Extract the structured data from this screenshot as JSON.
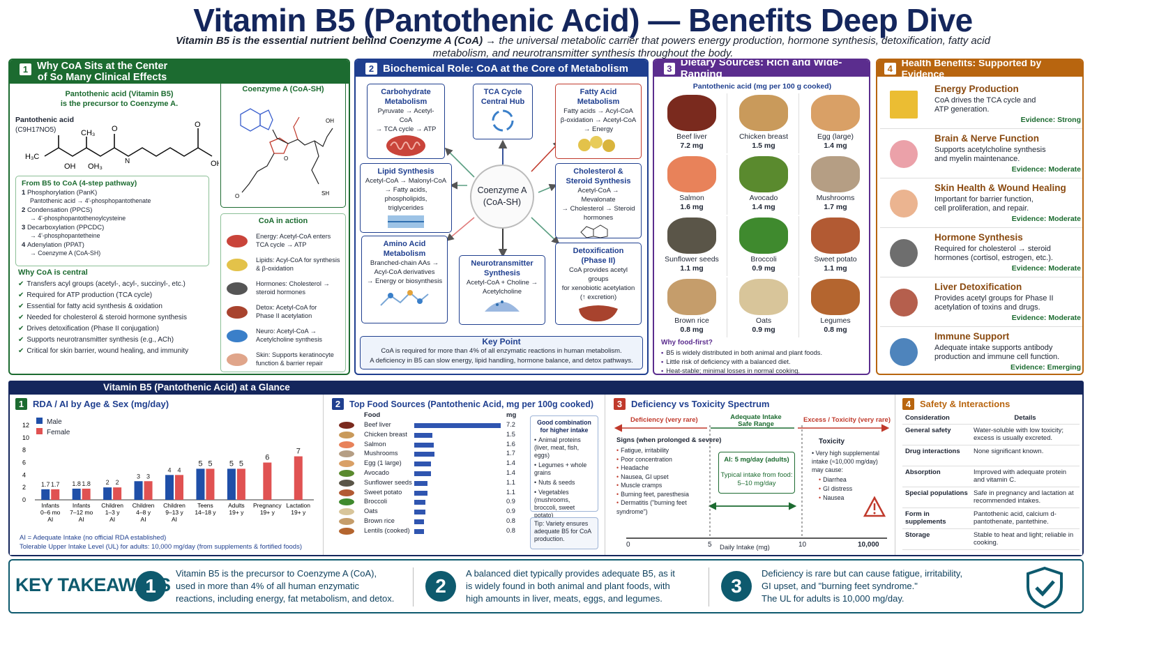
{
  "header": {
    "title": "Vitamin B5 (Pantothenic Acid) — Benefits Deep Dive",
    "subtitle_bold": "Vitamin B5 is the essential nutrient behind Coenzyme A (CoA)",
    "subtitle_rest": " → the universal metabolic carrier that powers energy production, hormone synthesis, detoxification, fatty acid metabolism, and neurotransmitter synthesis throughout the body."
  },
  "p1": {
    "num": "1",
    "title_l1": "Why CoA Sits at the Center",
    "title_l2": "of So Many Clinical Effects",
    "intro_l1": "Pantothenic acid (Vitamin B5)",
    "intro_l2": "is the precursor to Coenzyme A.",
    "mol_label": "Pantothenic acid",
    "mol_formula": "(C9H17NO5)",
    "coa_title": "Coenzyme A (CoA-SH)",
    "pathway_title": "From B5 to CoA (4-step pathway)",
    "steps": [
      {
        "n": "1",
        "t": "Phosphorylation (PanK)",
        "s": "Pantothenic acid → 4'-phosphopantothenate"
      },
      {
        "n": "2",
        "t": "Condensation (PPCS)",
        "s": "→ 4'-phosphopantothenoylcysteine"
      },
      {
        "n": "3",
        "t": "Decarboxylation (PPCDC)",
        "s": "→ 4'-phosphopantetheine"
      },
      {
        "n": "4",
        "t": "Adenylation (PPAT)",
        "s": "→ Coenzyme A (CoA-SH)"
      }
    ],
    "central_title": "Why CoA is central",
    "central": [
      "Transfers acyl groups (acetyl-, acyl-, succinyl-, etc.)",
      "Required for ATP production (TCA cycle)",
      "Essential for fatty acid synthesis & oxidation",
      "Needed for cholesterol & steroid hormone synthesis",
      "Drives detoxification (Phase II conjugation)",
      "Supports neurotransmitter synthesis (e.g., ACh)",
      "Critical for skin barrier, wound healing, and immunity"
    ],
    "action_title": "CoA in action",
    "actions": [
      {
        "l1": "Energy: Acetyl-CoA enters",
        "l2": "TCA cycle → ATP",
        "icon": "mitochondria-icon"
      },
      {
        "l1": "Lipids: Acyl-CoA for synthesis",
        "l2": "& β-oxidation",
        "icon": "fat-droplet-icon"
      },
      {
        "l1": "Hormones: Cholesterol →",
        "l2": "steroid hormones",
        "icon": "steroid-icon"
      },
      {
        "l1": "Detox: Acetyl-CoA for",
        "l2": "Phase II acetylation",
        "icon": "liver-icon"
      },
      {
        "l1": "Neuro: Acetyl-CoA →",
        "l2": "Acetylcholine synthesis",
        "icon": "neuron-icon"
      },
      {
        "l1": "Skin: Supports keratinocyte",
        "l2": "function & barrier repair",
        "icon": "skin-icon"
      }
    ]
  },
  "p2": {
    "num": "2",
    "title": "Biochemical Role: CoA at the Core of Metabolism",
    "center_l1": "Coenzyme A",
    "center_l2": "(CoA-SH)",
    "carb": {
      "t1": "Carbohydrate",
      "t2": "Metabolism",
      "l1": "Pyruvate → Acetyl-CoA",
      "l2": "→ TCA cycle → ATP"
    },
    "tca": {
      "t1": "TCA Cycle",
      "t2": "Central Hub"
    },
    "fatty": {
      "t1": "Fatty Acid Metabolism",
      "l1": "Fatty acids → Acyl-CoA",
      "l2": "β-oxidation → Acetyl-CoA",
      "l3": "→ Energy"
    },
    "lipid": {
      "t1": "Lipid Synthesis",
      "l1": "Acetyl-CoA → Malonyl-CoA",
      "l2": "→ Fatty acids, phospholipids,",
      "l3": "triglycerides"
    },
    "chol": {
      "t1": "Cholesterol &",
      "t2": "Steroid Synthesis",
      "l1": "Acetyl-CoA → Mevalonate",
      "l2": "→ Cholesterol → Steroid",
      "l3": "hormones"
    },
    "amino": {
      "t1": "Amino Acid",
      "t2": "Metabolism",
      "l1": "Branched-chain AAs →",
      "l2": "Acyl-CoA derivatives",
      "l3": "→ Energy or biosynthesis"
    },
    "neuro": {
      "t1": "Neurotransmitter",
      "t2": "Synthesis",
      "l1": "Acetyl-CoA + Choline →",
      "l2": "Acetylcholine"
    },
    "detox": {
      "t1": "Detoxification",
      "t2": "(Phase II)",
      "l1": "CoA provides acetyl groups",
      "l2": "for xenobiotic acetylation",
      "l3": "(↑ excretion)"
    },
    "key_title": "Key Point",
    "key_l1": "CoA is required for more than 4% of all enzymatic reactions in human metabolism.",
    "key_l2": "A deficiency in B5 can slow energy, lipid handling, hormone balance, and detox pathways."
  },
  "p3": {
    "num": "3",
    "title": "Dietary Sources: Rich and Wide-Ranging",
    "sub": "Pantothenic acid (mg per 100 g cooked)",
    "foods": [
      {
        "n": "Beef liver",
        "v": "7.2 mg"
      },
      {
        "n": "Chicken breast",
        "v": "1.5 mg"
      },
      {
        "n": "Egg (large)",
        "v": "1.4 mg"
      },
      {
        "n": "Salmon",
        "v": "1.6 mg"
      },
      {
        "n": "Avocado",
        "v": "1.4 mg"
      },
      {
        "n": "Mushrooms",
        "v": "1.7 mg"
      },
      {
        "n": "Sunflower seeds",
        "v": "1.1 mg"
      },
      {
        "n": "Broccoli",
        "v": "0.9 mg"
      },
      {
        "n": "Sweet potato",
        "v": "1.1 mg"
      },
      {
        "n": "Brown rice",
        "v": "0.8 mg"
      },
      {
        "n": "Oats",
        "v": "0.9 mg"
      },
      {
        "n": "Legumes",
        "v": "0.8 mg"
      }
    ],
    "why_title": "Why food-first?",
    "why": [
      "B5 is widely distributed in both animal and plant foods.",
      "Little risk of deficiency with a balanced diet.",
      "Heat-stable; minimal losses in normal cooking."
    ]
  },
  "p4": {
    "num": "4",
    "title": "Health Benefits: Supported by Evidence",
    "items": [
      {
        "t": "Energy Production",
        "d1": "CoA drives the TCA cycle and",
        "d2": "ATP generation.",
        "e": "Evidence: Strong"
      },
      {
        "t": "Brain & Nerve Function",
        "d1": "Supports acetylcholine synthesis",
        "d2": "and myelin maintenance.",
        "e": "Evidence: Moderate"
      },
      {
        "t": "Skin Health & Wound Healing",
        "d1": "Important for barrier function,",
        "d2": "cell proliferation, and repair.",
        "e": "Evidence: Moderate"
      },
      {
        "t": "Hormone Synthesis",
        "d1": "Required for cholesterol → steroid",
        "d2": "hormones (cortisol, estrogen, etc.).",
        "e": "Evidence: Moderate"
      },
      {
        "t": "Liver Detoxification",
        "d1": "Provides acetyl groups for Phase II",
        "d2": "acetylation of toxins and drugs.",
        "e": "Evidence: Moderate"
      },
      {
        "t": "Immune Support",
        "d1": "Adequate intake supports antibody",
        "d2": "production and immune cell function.",
        "e": "Evidence: Emerging"
      }
    ]
  },
  "glance": {
    "title": "Vitamin B5 (Pantothenic Acid) at a Glance"
  },
  "rda": {
    "num": "1",
    "title": "RDA / AI by Age & Sex (mg/day)",
    "legend_male": "Male",
    "legend_female": "Female",
    "note1": "AI = Adequate Intake (no official RDA established)",
    "note2": "Tolerable Upper Intake Level (UL) for adults: 10,000 mg/day (from supplements & fortified foods)"
  },
  "chart_data": {
    "type": "bar",
    "ylim": [
      0,
      12
    ],
    "yticks": [
      0,
      2,
      4,
      6,
      8,
      10,
      12
    ],
    "categories": [
      [
        "Infants",
        "0–6 mo",
        "AI"
      ],
      [
        "Infants",
        "7–12 mo",
        "AI"
      ],
      [
        "Children",
        "1–3 y",
        "AI"
      ],
      [
        "Children",
        "4–8 y",
        "AI"
      ],
      [
        "Children",
        "9–13 y",
        "AI"
      ],
      [
        "Teens",
        "14–18 y",
        ""
      ],
      [
        "Adults",
        "19+ y",
        ""
      ],
      [
        "Pregnancy",
        "19+ y",
        ""
      ],
      [
        "Lactation",
        "19+ y",
        ""
      ]
    ],
    "series": [
      {
        "name": "Male",
        "color": "#1f4fa8",
        "values": [
          1.7,
          1.8,
          2,
          3,
          4,
          5,
          5,
          null,
          null
        ],
        "labels": [
          "1.7",
          "1.8",
          "2",
          "3",
          "4",
          "5",
          "5",
          "",
          ""
        ]
      },
      {
        "name": "Female",
        "color": "#e05252",
        "values": [
          1.7,
          1.8,
          2,
          3,
          4,
          5,
          5,
          6,
          7
        ],
        "labels": [
          "1.7",
          "1.8",
          "2",
          "3",
          "4",
          "5",
          "5",
          "6",
          "7"
        ]
      }
    ]
  },
  "topfoods": {
    "num": "2",
    "title": "Top Food Sources (Pantothenic Acid, mg per 100g cooked)",
    "col_food": "Food",
    "col_mg": "mg",
    "rows": [
      {
        "f": "Beef liver",
        "v": 7.2,
        "s": "7.2"
      },
      {
        "f": "Chicken breast",
        "v": 1.5,
        "s": "1.5"
      },
      {
        "f": "Salmon",
        "v": 1.6,
        "s": "1.6"
      },
      {
        "f": "Mushrooms",
        "v": 1.7,
        "s": "1.7"
      },
      {
        "f": "Egg (1 large)",
        "v": 1.4,
        "s": "1.4"
      },
      {
        "f": "Avocado",
        "v": 1.4,
        "s": "1.4"
      },
      {
        "f": "Sunflower seeds",
        "v": 1.1,
        "s": "1.1"
      },
      {
        "f": "Sweet potato",
        "v": 1.1,
        "s": "1.1"
      },
      {
        "f": "Broccoli",
        "v": 0.9,
        "s": "0.9"
      },
      {
        "f": "Oats",
        "v": 0.9,
        "s": "0.9"
      },
      {
        "f": "Brown rice",
        "v": 0.8,
        "s": "0.8"
      },
      {
        "f": "Lentils (cooked)",
        "v": 0.8,
        "s": "0.8"
      }
    ],
    "combo_title": "Good combination for higher intake",
    "combo": [
      "Animal proteins (liver, meat, fish, eggs)",
      "Legumes + whole grains",
      "Nuts & seeds",
      "Vegetables (mushrooms, broccoli, sweet potato)"
    ],
    "tip": "Tip: Variety ensures adequate B5 for CoA production."
  },
  "spectrum": {
    "num": "3",
    "title": "Deficiency vs Toxicity Spectrum",
    "def": "Deficiency (very rare)",
    "safe_l1": "Adequate Intake",
    "safe_l2": "Safe Range",
    "tox": "Excess / Toxicity (very rare)",
    "signs_title": "Signs (when prolonged & severe)",
    "signs": [
      "Fatigue, irritability",
      "Poor concentration",
      "Headache",
      "Nausea, GI upset",
      "Muscle cramps",
      "Burning feet, paresthesia",
      "Dermatitis (\"burning feet syndrome\")"
    ],
    "ai": "AI: 5 mg/day (adults)",
    "typ_l1": "Typical intake from food:",
    "typ_l2": "5–10 mg/day",
    "tox_title": "Toxicity",
    "tox_l1": "Very high supplemental",
    "tox_l2": "intake (≈10,000 mg/day)",
    "tox_l3": "may cause:",
    "tox_items": [
      "Diarrhea",
      "GI distress",
      "Nausea"
    ],
    "ticks": [
      "0",
      "5",
      "10",
      "10,000"
    ],
    "axis": "Daily Intake (mg)"
  },
  "safety": {
    "num": "4",
    "title": "Safety & Interactions",
    "col1": "Consideration",
    "col2": "Details",
    "rows": [
      {
        "c": "General safety",
        "d": "Water-soluble with low toxicity; excess is usually excreted."
      },
      {
        "c": "Drug interactions",
        "d": "None significant known."
      },
      {
        "c": "Absorption",
        "d": "Improved with adequate protein and vitamin C."
      },
      {
        "c": "Special populations",
        "d": "Safe in pregnancy and lactation at recommended intakes."
      },
      {
        "c": "Form in supplements",
        "d": "Pantothenic acid, calcium d-pantothenate, pantethine."
      },
      {
        "c": "Storage",
        "d": "Stable to heat and light; reliable in cooking."
      }
    ]
  },
  "takeaways": {
    "title": "KEY TAKEAWAYS",
    "items": [
      {
        "n": "1",
        "l1": "Vitamin B5 is the precursor to Coenzyme A (CoA),",
        "l2": "used in more than 4% of all human enzymatic",
        "l3": "reactions, including energy, fat metabolism, and detox."
      },
      {
        "n": "2",
        "l1": "A balanced diet typically provides adequate B5, as it",
        "l2": "is widely found in both animal and plant foods, with",
        "l3": "high amounts in liver, meats, eggs, and legumes."
      },
      {
        "n": "3",
        "l1": "Deficiency is rare but can cause fatigue, irritability,",
        "l2": "GI upset, and \"burning feet syndrome.\"",
        "l3": "The UL for adults is 10,000 mg/day."
      }
    ]
  },
  "colors": {
    "green": "#1c6b30",
    "blue": "#1f3f8f",
    "purple": "#5b2d8e",
    "orange": "#b8650f",
    "navy": "#14265c",
    "teal": "#0e5a6e",
    "red": "#e05252"
  }
}
